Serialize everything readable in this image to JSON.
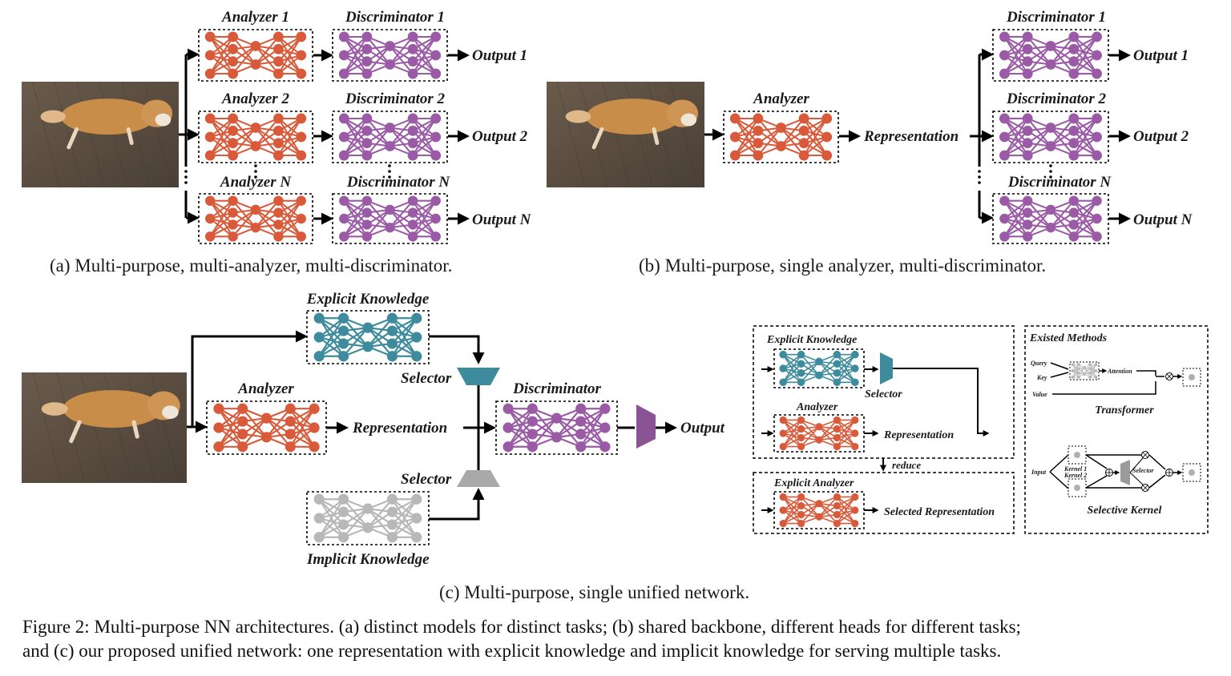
{
  "colors": {
    "analyzer": "#d95a3a",
    "discriminator": "#9a5aa5",
    "explicit": "#3d8b9c",
    "implicit": "#b8b8b8",
    "selector_explicit": "#3d8b9c",
    "selector_implicit": "#a9a9a9",
    "output_trap": "#8a5494"
  },
  "panel_a": {
    "analyzers": [
      "Analyzer 1",
      "Analyzer 2",
      "Analyzer N"
    ],
    "discriminators": [
      "Discriminator 1",
      "Discriminator 2",
      "Discriminator N"
    ],
    "outputs": [
      "Output 1",
      "Output 2",
      "Output N"
    ],
    "caption": "(a) Multi-purpose, multi-analyzer, multi-discriminator."
  },
  "panel_b": {
    "analyzer": "Analyzer",
    "representation": "Representation",
    "discriminators": [
      "Discriminator 1",
      "Discriminator 2",
      "Discriminator N"
    ],
    "outputs": [
      "Output 1",
      "Output 2",
      "Output N"
    ],
    "caption": "(b) Multi-purpose, single analyzer, multi-discriminator."
  },
  "panel_c": {
    "explicit_knowledge": "Explicit Knowledge",
    "implicit_knowledge": "Implicit Knowledge",
    "analyzer": "Analyzer",
    "representation": "Representation",
    "selector_top": "Selector",
    "selector_bottom": "Selector",
    "discriminator": "Discriminator",
    "output": "Output",
    "caption": "(c) Multi-purpose, single unified network."
  },
  "inset_left": {
    "explicit_knowledge": "Explicit Knowledge",
    "selector": "Selector",
    "analyzer": "Analyzer",
    "representation": "Representation",
    "reduce": "reduce",
    "explicit_analyzer": "Explicit Analyzer",
    "selected_representation": "Selected Representation"
  },
  "inset_right": {
    "title": "Existed Methods",
    "query": "Query",
    "key": "Key",
    "value": "Value",
    "attention": "Attention",
    "transformer": "Transformer",
    "input": "Input",
    "kernel1": "Kernel 1",
    "kernel2": "Kernel 2",
    "selector": "Selector",
    "selective_kernel": "Selective Kernel"
  },
  "figure_caption": {
    "line1": "Figure 2: Multi-purpose NN architectures.  (a) distinct models for distinct tasks; (b) shared backbone, different heads for different tasks;",
    "line2": "and (c) our proposed unified network: one representation with explicit knowledge and implicit knowledge for serving multiple tasks."
  }
}
